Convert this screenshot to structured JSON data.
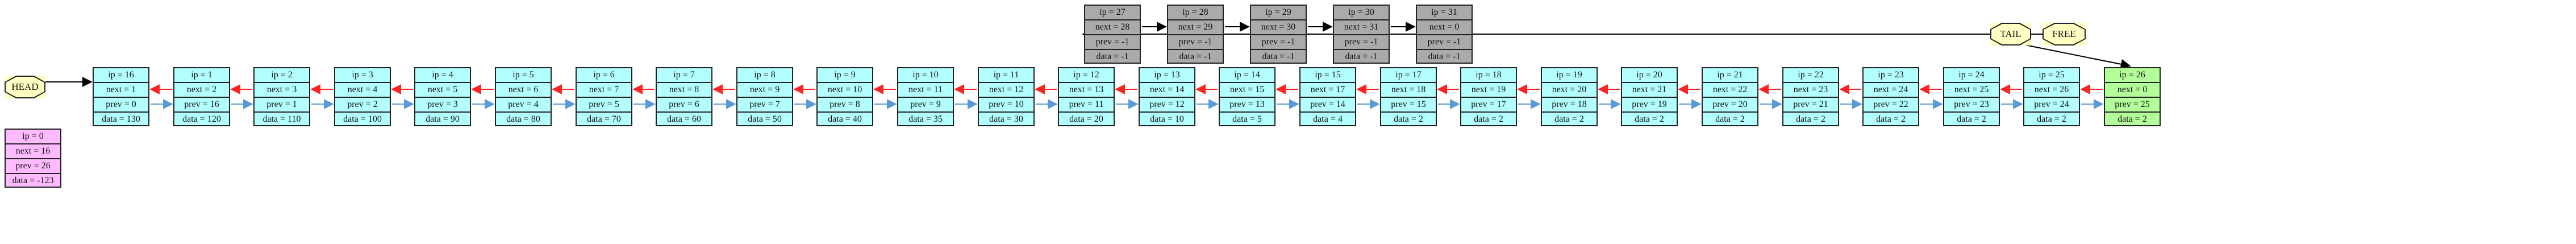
{
  "markers": {
    "head": "HEAD",
    "tail": "TAIL",
    "free": "FREE"
  },
  "colors": {
    "list_fill": "#b3ffff",
    "tail_fill": "#b3ff99",
    "free_fill": "#aaaaaa",
    "orphan_fill": "#ffbbff",
    "marker_fill": "#ffffc4",
    "forward_edge": "#ff2222",
    "backward_edge": "#5b9bd5",
    "free_edge": "#000000"
  },
  "list_nodes": [
    {
      "ip": "ip = 16",
      "next": "next = 1",
      "prev": "prev = 0",
      "data": "data = 130"
    },
    {
      "ip": "ip = 1",
      "next": "next = 2",
      "prev": "prev = 16",
      "data": "data = 120"
    },
    {
      "ip": "ip = 2",
      "next": "next = 3",
      "prev": "prev = 1",
      "data": "data = 110"
    },
    {
      "ip": "ip = 3",
      "next": "next = 4",
      "prev": "prev = 2",
      "data": "data = 100"
    },
    {
      "ip": "ip = 4",
      "next": "next = 5",
      "prev": "prev = 3",
      "data": "data = 90"
    },
    {
      "ip": "ip = 5",
      "next": "next = 6",
      "prev": "prev = 4",
      "data": "data = 80"
    },
    {
      "ip": "ip = 6",
      "next": "next = 7",
      "prev": "prev = 5",
      "data": "data = 70"
    },
    {
      "ip": "ip = 7",
      "next": "next = 8",
      "prev": "prev = 6",
      "data": "data = 60"
    },
    {
      "ip": "ip = 8",
      "next": "next = 9",
      "prev": "prev = 7",
      "data": "data = 50"
    },
    {
      "ip": "ip = 9",
      "next": "next = 10",
      "prev": "prev = 8",
      "data": "data = 40"
    },
    {
      "ip": "ip = 10",
      "next": "next = 11",
      "prev": "prev = 9",
      "data": "data = 35"
    },
    {
      "ip": "ip = 11",
      "next": "next = 12",
      "prev": "prev = 10",
      "data": "data = 30"
    },
    {
      "ip": "ip = 12",
      "next": "next = 13",
      "prev": "prev = 11",
      "data": "data = 20"
    },
    {
      "ip": "ip = 13",
      "next": "next = 14",
      "prev": "prev = 12",
      "data": "data = 10"
    },
    {
      "ip": "ip = 14",
      "next": "next = 15",
      "prev": "prev = 13",
      "data": "data = 5"
    },
    {
      "ip": "ip = 15",
      "next": "next = 17",
      "prev": "prev = 14",
      "data": "data = 4"
    },
    {
      "ip": "ip = 17",
      "next": "next = 18",
      "prev": "prev = 15",
      "data": "data = 2"
    },
    {
      "ip": "ip = 18",
      "next": "next = 19",
      "prev": "prev = 17",
      "data": "data = 2"
    },
    {
      "ip": "ip = 19",
      "next": "next = 20",
      "prev": "prev = 18",
      "data": "data = 2"
    },
    {
      "ip": "ip = 20",
      "next": "next = 21",
      "prev": "prev = 19",
      "data": "data = 2"
    },
    {
      "ip": "ip = 21",
      "next": "next = 22",
      "prev": "prev = 20",
      "data": "data = 2"
    },
    {
      "ip": "ip = 22",
      "next": "next = 23",
      "prev": "prev = 21",
      "data": "data = 2"
    },
    {
      "ip": "ip = 23",
      "next": "next = 24",
      "prev": "prev = 22",
      "data": "data = 2"
    },
    {
      "ip": "ip = 24",
      "next": "next = 25",
      "prev": "prev = 23",
      "data": "data = 2"
    },
    {
      "ip": "ip = 25",
      "next": "next = 26",
      "prev": "prev = 24",
      "data": "data = 2"
    },
    {
      "ip": "ip = 26",
      "next": "next = 0",
      "prev": "prev = 25",
      "data": "data = 2"
    }
  ],
  "free_nodes": [
    {
      "ip": "ip = 27",
      "next": "next = 28",
      "prev": "prev = -1",
      "data": "data = -1"
    },
    {
      "ip": "ip = 28",
      "next": "next = 29",
      "prev": "prev = -1",
      "data": "data = -1"
    },
    {
      "ip": "ip = 29",
      "next": "next = 30",
      "prev": "prev = -1",
      "data": "data = -1"
    },
    {
      "ip": "ip = 30",
      "next": "next = 31",
      "prev": "prev = -1",
      "data": "data = -1"
    },
    {
      "ip": "ip = 31",
      "next": "next = 0",
      "prev": "prev = -1",
      "data": "data = -1"
    }
  ],
  "orphan_node": {
    "ip": "ip = 0",
    "next": "next = 16",
    "prev": "prev = 26",
    "data": "data = -123"
  }
}
